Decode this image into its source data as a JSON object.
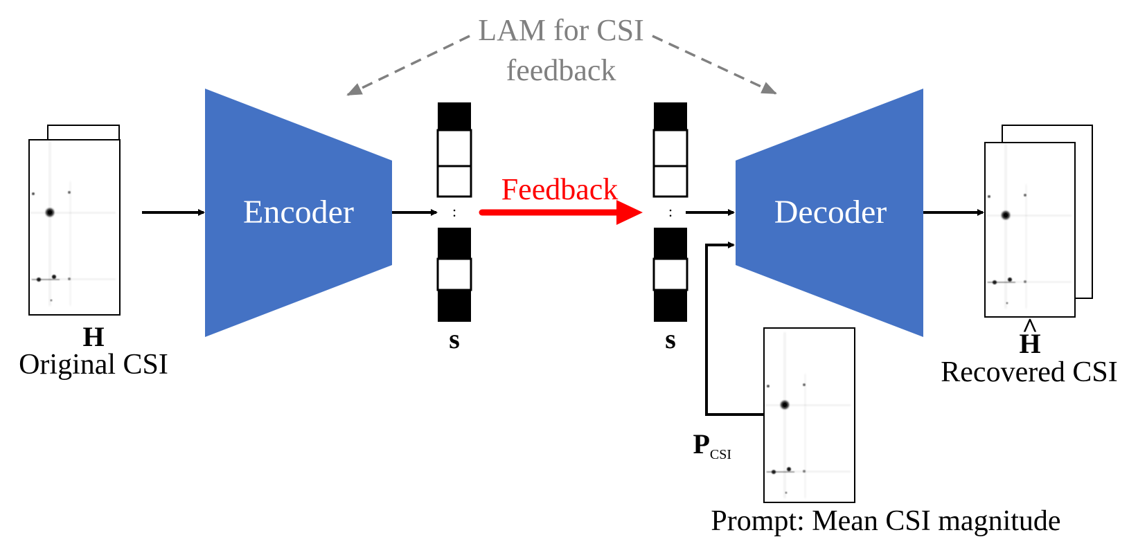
{
  "lam_label": {
    "line1": "LAM for CSI",
    "line2": "feedback"
  },
  "encoder": {
    "label": "Encoder"
  },
  "decoder": {
    "label": "Decoder"
  },
  "feedback_label": "Feedback",
  "codeword_symbol": "s",
  "codeword_dots": ":",
  "input": {
    "symbol": "H",
    "caption": "Original CSI"
  },
  "output": {
    "symbol": "H",
    "hat": "^",
    "caption": "Recovered CSI"
  },
  "prompt": {
    "symbol": "P",
    "subscript": "CSI",
    "caption": "Prompt: Mean CSI magnitude"
  },
  "colors": {
    "block_fill": "#4472c4",
    "block_text": "#ffffff",
    "feedback_arrow": "#ff0000",
    "lam_gray": "#808080",
    "arrow_black": "#000000"
  }
}
